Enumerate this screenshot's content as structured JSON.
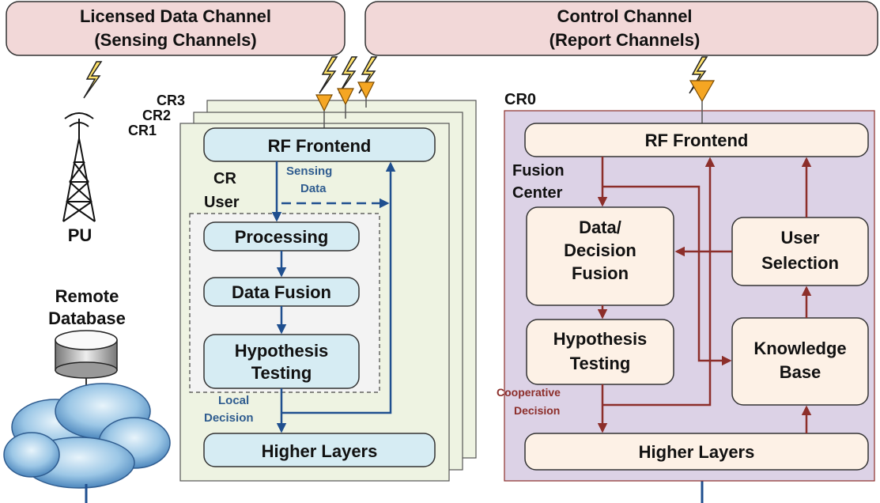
{
  "channels": {
    "licensed": [
      "Licensed Data Channel",
      "(Sensing Channels)"
    ],
    "control": [
      "Control Channel",
      "(Report Channels)"
    ]
  },
  "pu": {
    "label": "PU"
  },
  "database": {
    "label": [
      "Remote",
      "Database"
    ]
  },
  "cr_stack": {
    "labels": [
      "CR3",
      "CR2",
      "CR1"
    ]
  },
  "cr_user": {
    "title": [
      "CR",
      "User"
    ],
    "rf_frontend": "RF Frontend",
    "sensing_data": [
      "Sensing",
      "Data"
    ],
    "processing": "Processing",
    "data_fusion": "Data Fusion",
    "hypothesis": [
      "Hypothesis",
      "Testing"
    ],
    "local_decision": [
      "Local",
      "Decision"
    ],
    "higher_layers": "Higher Layers"
  },
  "cr0": {
    "title": "CR0",
    "rf_frontend": "RF Frontend",
    "fusion_center": [
      "Fusion",
      "Center"
    ],
    "fusion_box": [
      "Data/",
      "Decision",
      "Fusion"
    ],
    "user_selection": [
      "User",
      "Selection"
    ],
    "hypothesis": [
      "Hypothesis",
      "Testing"
    ],
    "knowledge_base": [
      "Knowledge",
      "Base"
    ],
    "cooperative_decision": [
      "Cooperative",
      "Decision"
    ],
    "higher_layers": "Higher Layers"
  },
  "colors": {
    "channel_fill": "#f2d8d8",
    "cr_panel": "#eef3e2",
    "cr0_panel": "#dcd2e6",
    "blue_box": "#d6ecf3",
    "peach_box": "#fdf1e6",
    "blue_arrow": "#1f4f8f",
    "red_arrow": "#8c2e2a",
    "antenna": "#f5a623"
  }
}
